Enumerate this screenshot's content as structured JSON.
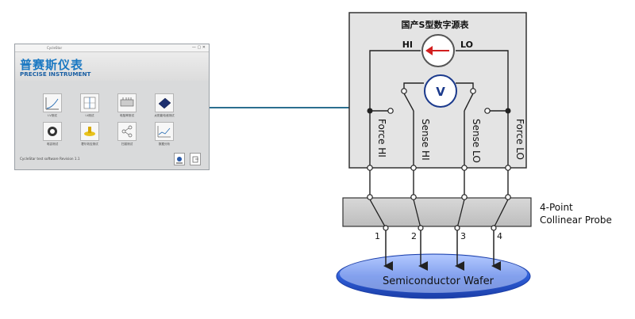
{
  "app": {
    "titlebar_title": "CycleStar",
    "logo_cn": "普赛斯仪表",
    "logo_en": "PRECISE INSTRUMENT",
    "footer_text": "CycleStar test software Revision 1.1",
    "tiles": [
      {
        "label": "I-V测试",
        "icon": "iv-curve-icon"
      },
      {
        "label": "I-t测试",
        "icon": "it-curve-icon"
      },
      {
        "label": "电阻率测试",
        "icon": "resistivity-icon"
      },
      {
        "label": "太阳能电池测试",
        "icon": "solar-cell-icon"
      },
      {
        "label": "电容测试",
        "icon": "capacitor-icon"
      },
      {
        "label": "霍尔效应测试",
        "icon": "hall-effect-icon"
      },
      {
        "label": "扫描测试",
        "icon": "scan-icon"
      },
      {
        "label": "数据分析",
        "icon": "data-analysis-icon"
      }
    ],
    "footer_buttons": [
      "settings-icon",
      "exit-icon"
    ]
  },
  "smu": {
    "title": "国产S型数字源表",
    "hi": "HI",
    "lo": "LO",
    "voltmeter": "V",
    "terminals": [
      "Force HI",
      "Sense HI",
      "Sense LO",
      "Force LO"
    ]
  },
  "probe": {
    "label_line1": "4-Point",
    "label_line2": "Collinear Probe",
    "pins": [
      "1",
      "2",
      "3",
      "4"
    ]
  },
  "wafer": {
    "label": "Semiconductor Wafer"
  },
  "colors": {
    "accent_blue": "#1a78c2",
    "current_arrow": "#d21f1f",
    "voltmeter_ring": "#1b3a8c",
    "wafer_blue": "#2f5fd8",
    "probe_gray": "#cfcfcf",
    "panel_gray": "#e4e4e4"
  }
}
